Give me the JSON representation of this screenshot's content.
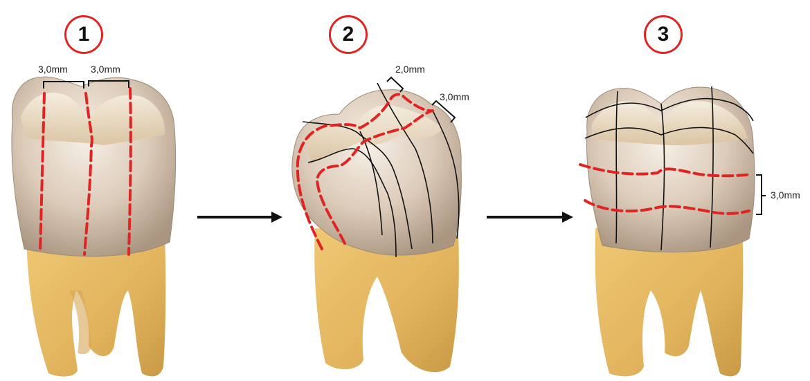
{
  "colors": {
    "accent_red": "#e02424",
    "crown_light": "#e9dccd",
    "crown_shadow": "#b9a592",
    "root": "#e5b862",
    "root_dark": "#c99a45",
    "line": "#111111"
  },
  "steps": [
    {
      "number": "1",
      "measurements": [
        "3,0mm",
        "3,0mm"
      ]
    },
    {
      "number": "2",
      "measurements": [
        "2,0mm",
        "3,0mm"
      ]
    },
    {
      "number": "3",
      "measurements": [
        "3,0mm"
      ]
    }
  ],
  "arrows": [
    "arrow-right",
    "arrow-right"
  ]
}
